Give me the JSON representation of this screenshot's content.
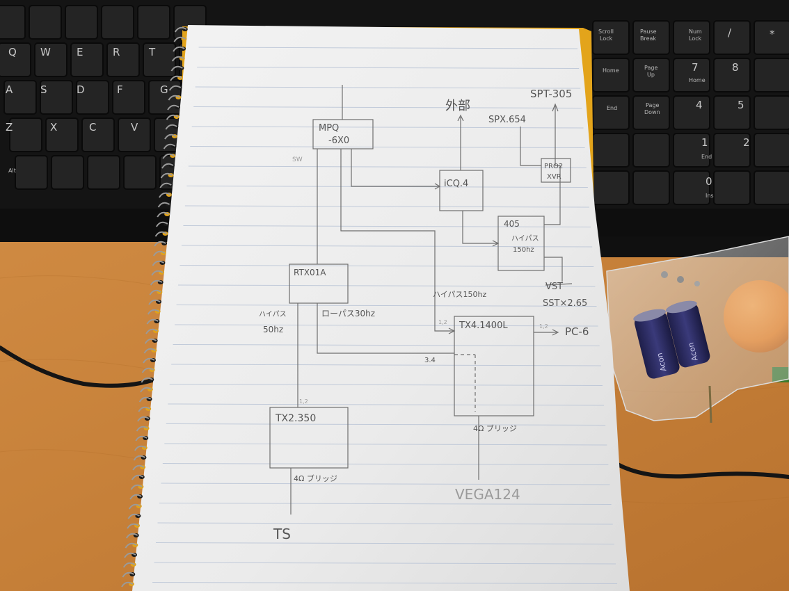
{
  "keyboard": {
    "letter_keys": [
      "Q",
      "W",
      "E",
      "R",
      "T",
      "A",
      "S",
      "D",
      "F",
      "G",
      "Z",
      "X",
      "C",
      "V",
      "Alt"
    ],
    "nav_keys": {
      "scroll_lock": [
        "Scroll",
        "Lock"
      ],
      "pause_break": [
        "Pause",
        "Break"
      ],
      "home": "Home",
      "page_up": [
        "Page",
        "Up"
      ],
      "end": "End",
      "page_down": [
        "Page",
        "Down"
      ],
      "num_lock": [
        "Num",
        "Lock"
      ]
    },
    "numpad": {
      "slash": "/",
      "star": "*",
      "seven": "7",
      "seven_sub": "Home",
      "eight": "8",
      "four": "4",
      "five": "5",
      "one": "1",
      "one_sub": "End",
      "two": "2",
      "zero": "0",
      "zero_sub": "Ins"
    }
  },
  "notebook": {
    "blocks": {
      "mpq": [
        "MPQ",
        "-6X0"
      ],
      "icq": "iCQ.4",
      "pro": [
        "PRO2",
        "XVR"
      ],
      "a05": [
        "405",
        "ハイパス",
        "150hz"
      ],
      "rtx": "RTX01A",
      "tx4": "TX4.1400L",
      "tx2": "TX2.350"
    },
    "labels": {
      "external": "外部",
      "spt": "SPT-305",
      "spx": "SPX.654",
      "sw": "SW",
      "hipass_150": "ハイパス150hz",
      "vst": "VST",
      "sst": "SST×2.65",
      "hipass_left": "ハイパス",
      "hz50": "50hz",
      "lowpass": "ローパス30hz",
      "ch12_a": "1,2",
      "ch12_b": "1,2",
      "pc6": "PC-6",
      "ch34": "3.4",
      "ch12_c": "1,2",
      "bridge_right": "4Ω ブリッジ",
      "bridge_left": "4Ω ブリッジ",
      "vega": "VEGA124",
      "ts": "TS"
    }
  },
  "capacitor": {
    "brand": "Acon"
  }
}
